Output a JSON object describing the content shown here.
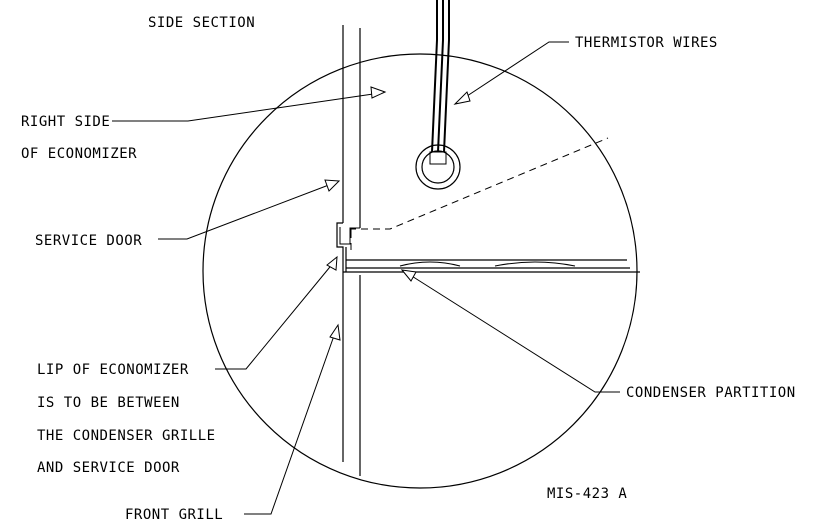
{
  "title": "SIDE SECTION",
  "drawing_number": "MIS-423 A",
  "labels": {
    "thermistor_wires": "THERMISTOR WIRES",
    "right_side_line1": "RIGHT SIDE",
    "right_side_line2": "OF ECONOMIZER",
    "service_door": "SERVICE DOOR",
    "lip_line1": "LIP OF ECONOMIZER",
    "lip_line2": "IS TO BE BETWEEN",
    "lip_line3": "THE CONDENSER GRILLE",
    "lip_line4": "AND SERVICE DOOR",
    "condenser_partition": "CONDENSER PARTITION",
    "front_grill": "FRONT GRILL"
  }
}
